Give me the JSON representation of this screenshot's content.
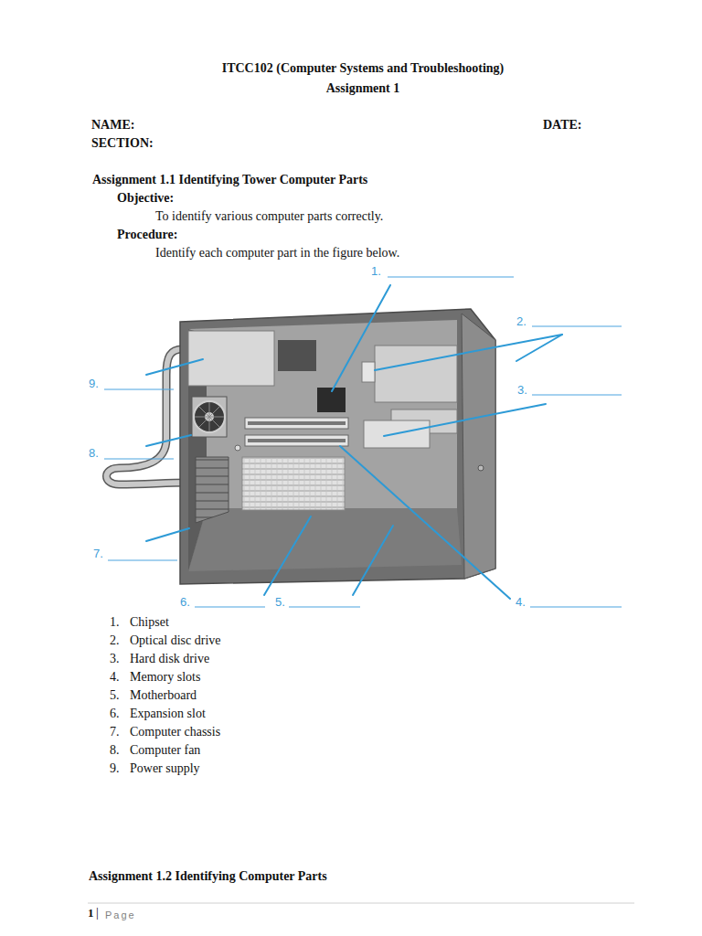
{
  "diagram": {
    "title": "ITCC102 (Computer Systems and Troubleshooting)",
    "labels": [
      "Assignment 1",
      "NAME:",
      "DATE:",
      "SECTION:",
      "Assignment 1.1 Identifying Tower Computer Parts",
      "Objective:",
      "To identify various computer parts correctly.",
      "Procedure:",
      "Identify each computer part in the figure below.",
      "1.",
      "2.",
      "3.",
      "9.",
      "8.",
      "7.",
      "6.",
      "5.",
      "4.",
      "1.",
      "Chipset",
      "2.",
      "Optical disc drive",
      "3.",
      "Hard disk drive",
      "4.",
      "Memory slots",
      "5.",
      "Motherboard",
      "6.",
      "Expansion slot",
      "7.",
      "Computer chassis",
      "8.",
      "Computer fan",
      "9.",
      "Power supply",
      "Assignment 1.2 Identifying Computer Parts",
      "1",
      "|",
      "Page"
    ]
  }
}
